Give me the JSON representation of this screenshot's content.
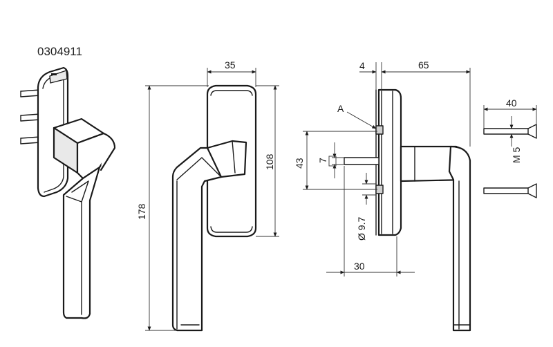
{
  "product_code": "0304911",
  "dimensions": {
    "width_top": "35",
    "height_total": "178",
    "rose_height": "108",
    "offset_small": "4",
    "depth": "65",
    "spacing": "43",
    "square": "7",
    "diameter": "Ø 9.7",
    "spindle": "30",
    "screw_length": "40",
    "screw_thread": "M 5"
  },
  "callout_a": "A"
}
